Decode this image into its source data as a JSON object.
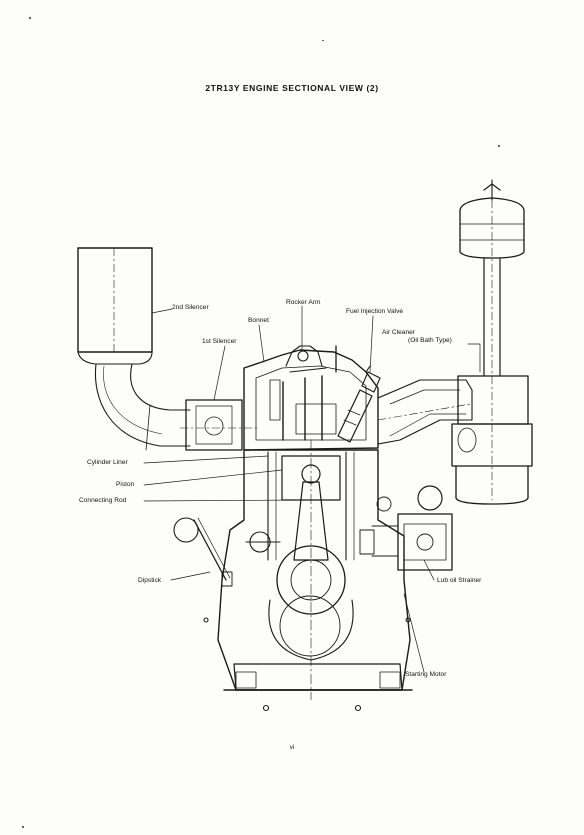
{
  "title": "2TR13Y ENGINE SECTIONAL VIEW (2)",
  "labels": {
    "second_silencer": "2nd Silencer",
    "rocker_arm": "Rocker Arm",
    "bonnet": "Bonnet",
    "fuel_injection_valve": "Fuel Injection Valve",
    "first_silencer": "1st Silencer",
    "air_cleaner": "Air Cleaner",
    "oil_bath_type": "(Oil Bath Type)",
    "cylinder_liner": "Cylinder Liner",
    "piston": "Piston",
    "connecting_rod": "Connecting Rod",
    "dipstick": "Dipstick",
    "lub_oil_strainer": "Lub oil Strainer",
    "starting_motor": "Starting Motor"
  },
  "page_number": "vi"
}
